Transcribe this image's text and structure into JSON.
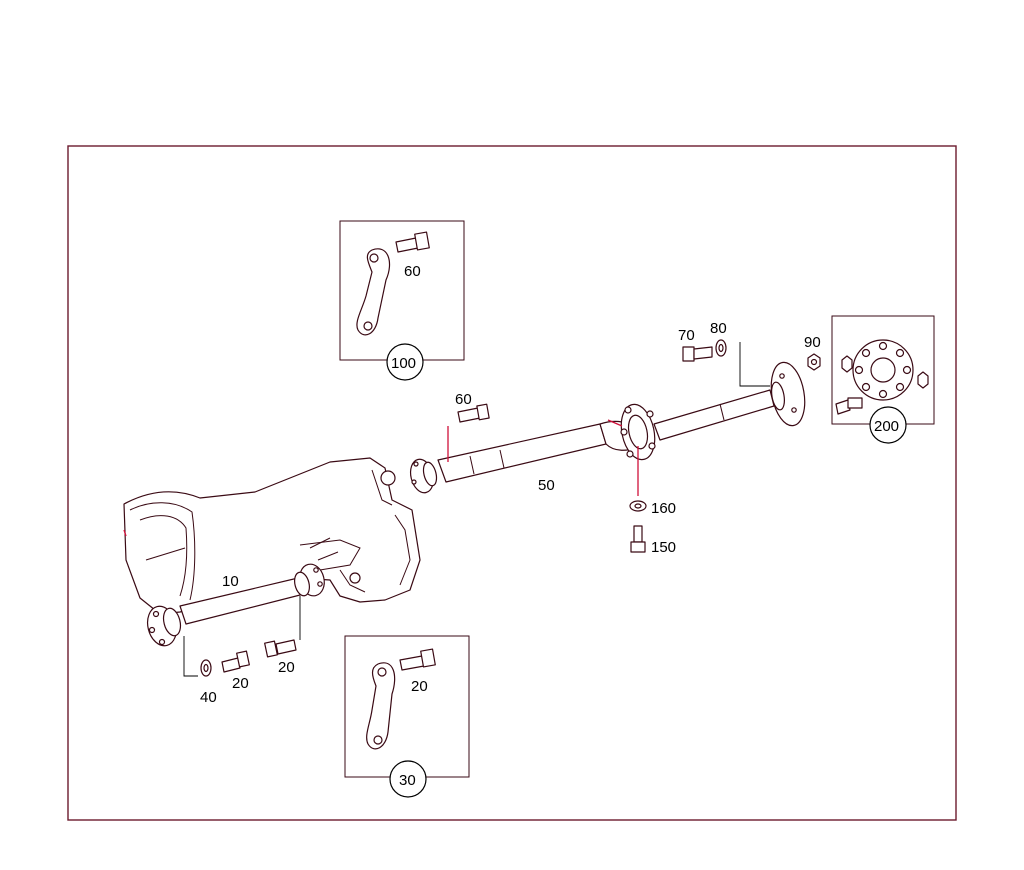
{
  "labels": {
    "p10": "10",
    "p20a": "20",
    "p20b": "20",
    "p20c": "20",
    "p30": "30",
    "p40": "40",
    "p50": "50",
    "p60a": "60",
    "p60b": "60",
    "p70": "70",
    "p80": "80",
    "p90": "90",
    "p100": "100",
    "p150": "150",
    "p160": "160",
    "p200": "200"
  },
  "colors": {
    "frame": "#6b1b2e",
    "line_art": "#3a0a14",
    "highlight": "#d0103a"
  }
}
